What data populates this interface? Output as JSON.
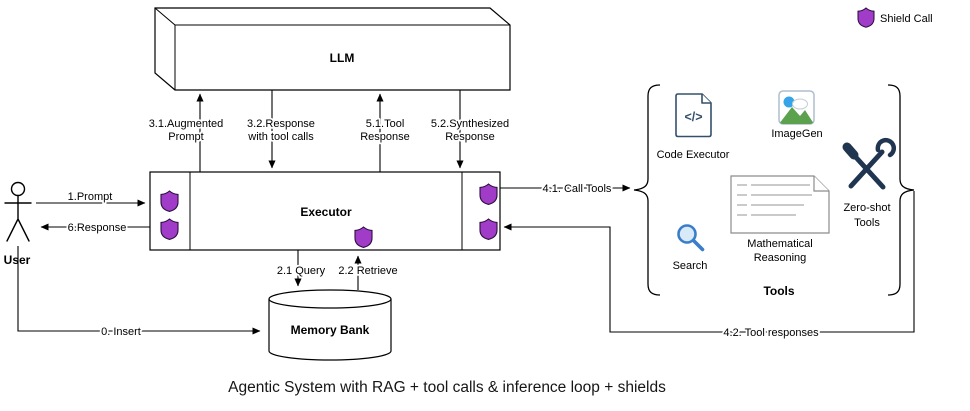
{
  "title": "Agentic System with RAG + tool calls & inference loop + shields",
  "legend": {
    "shield_label": "Shield Call"
  },
  "nodes": {
    "llm": "LLM",
    "executor": "Executor",
    "memory_bank": "Memory Bank",
    "user": "User",
    "tools_group": "Tools"
  },
  "tools": {
    "code_executor": {
      "label": "Code Executor",
      "glyph": "</>"
    },
    "imagegen": {
      "label": "ImageGen"
    },
    "search": {
      "label": "Search"
    },
    "math_reasoning": {
      "line1": "Mathematical",
      "line2": "Reasoning"
    },
    "zero_shot": {
      "line1": "Zero-shot",
      "line2": "Tools"
    }
  },
  "edges": {
    "insert": "0. Insert",
    "prompt": "1.Prompt",
    "query": "2.1 Query",
    "retrieve": "2.2 Retrieve",
    "augmented_line1": "3.1.Augmented",
    "augmented_line2": "Prompt",
    "tool_calls_line1": "3.2.Response",
    "tool_calls_line2": "with tool calls",
    "call_tools": "4.1. Call Tools",
    "tool_responses": "4.2. Tool responses",
    "tool_response_line1": "5.1.Tool",
    "tool_response_line2": "Response",
    "synthesized_line1": "5.2.Synthesized",
    "synthesized_line2": "Response",
    "response": "6.Response"
  },
  "colors": {
    "shield_fill": "#A13CC8",
    "shield_stroke": "#2D1040",
    "search_blue": "#3A7DC9",
    "tool_navy": "#1F3550",
    "image_green": "#5BA14E",
    "image_sky": "#35A4E8",
    "code_navy": "#33506B",
    "doc_grey": "#8C8C8C"
  }
}
